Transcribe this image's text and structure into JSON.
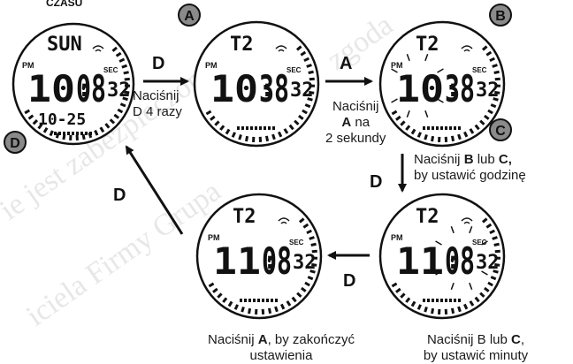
{
  "header_fragment": "CZASU",
  "watches": [
    {
      "id": "w1",
      "top": "SUN",
      "time_h": "10",
      "time_m": "08",
      "sec": "32",
      "bottom": "10-25",
      "pm": "PM",
      "sec_label": "SEC",
      "corner_badge": "D"
    },
    {
      "id": "w2",
      "top": "T2",
      "time_h": "10",
      "time_m": "38",
      "sec": "32",
      "pm": "PM",
      "sec_label": "SEC",
      "corner_badge": "A"
    },
    {
      "id": "w3",
      "top": "T2",
      "time_h": "10",
      "time_m": "38",
      "sec": "32",
      "pm": "PM",
      "sec_label": "SEC",
      "corner_badge": "B",
      "corner_badge_2": "C",
      "flashing": "hours"
    },
    {
      "id": "w4",
      "top": "T2",
      "time_h": "11",
      "time_m": "08",
      "sec": "32",
      "pm": "PM",
      "sec_label": "SEC",
      "flashing": "minutes"
    },
    {
      "id": "w5",
      "top": "T2",
      "time_h": "11",
      "time_m": "08",
      "sec": "32",
      "pm": "PM",
      "sec_label": "SEC"
    }
  ],
  "arrow_labels": {
    "d1": "D",
    "a1": "A",
    "d2": "D",
    "d3": "D",
    "d4": "D"
  },
  "captions": {
    "c1_line1": "Naciśnij",
    "c1_line2": "D 4 razy",
    "c2_line1": "Naciśnij",
    "c2_key": "A",
    "c2_line2_rest": " na",
    "c2_line3": "2 sekundy",
    "c3_line1_pre": "Naciśnij ",
    "c3_key1": "B",
    "c3_mid": " lub ",
    "c3_key2": "C,",
    "c3_line2": "by ustawić godzinę",
    "c4_line1_pre": "Naciśnij ",
    "c4_key": "A",
    "c4_line1_post": ", by zakończyć",
    "c4_line2": "ustawienia",
    "c5_line1_pre": "Naciśnij B lub ",
    "c5_key": "C",
    "c5_line1_post": ",",
    "c5_line2": "by ustawić minuty"
  },
  "colors": {
    "ink": "#111111",
    "badge_fill": "#8a8a8a",
    "watermark": "#c9c9c9"
  }
}
